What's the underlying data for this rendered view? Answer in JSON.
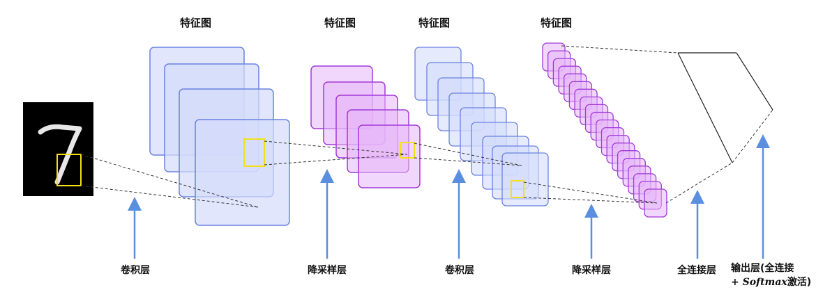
{
  "headers": [
    "特征图",
    "特征图",
    "特征图",
    "特征图"
  ],
  "layers": [
    "卷积层",
    "降采样层",
    "卷积层",
    "降采样层",
    "全连接层"
  ],
  "output_label": {
    "line1": "输出层(全连接",
    "line2_prefix": "+ ",
    "line2_italic": "Softmax",
    "line2_suffix": "激活)"
  },
  "input_digit": "7",
  "colors": {
    "blue_fill": "#d4dcfb",
    "blue_stroke": "#6a82e0",
    "purple_fill": "#e6b6f7",
    "purple_stroke": "#a13ad8",
    "highlight": "#f3e01a",
    "arrow": "#5a8fe0",
    "connector": "#333333"
  }
}
